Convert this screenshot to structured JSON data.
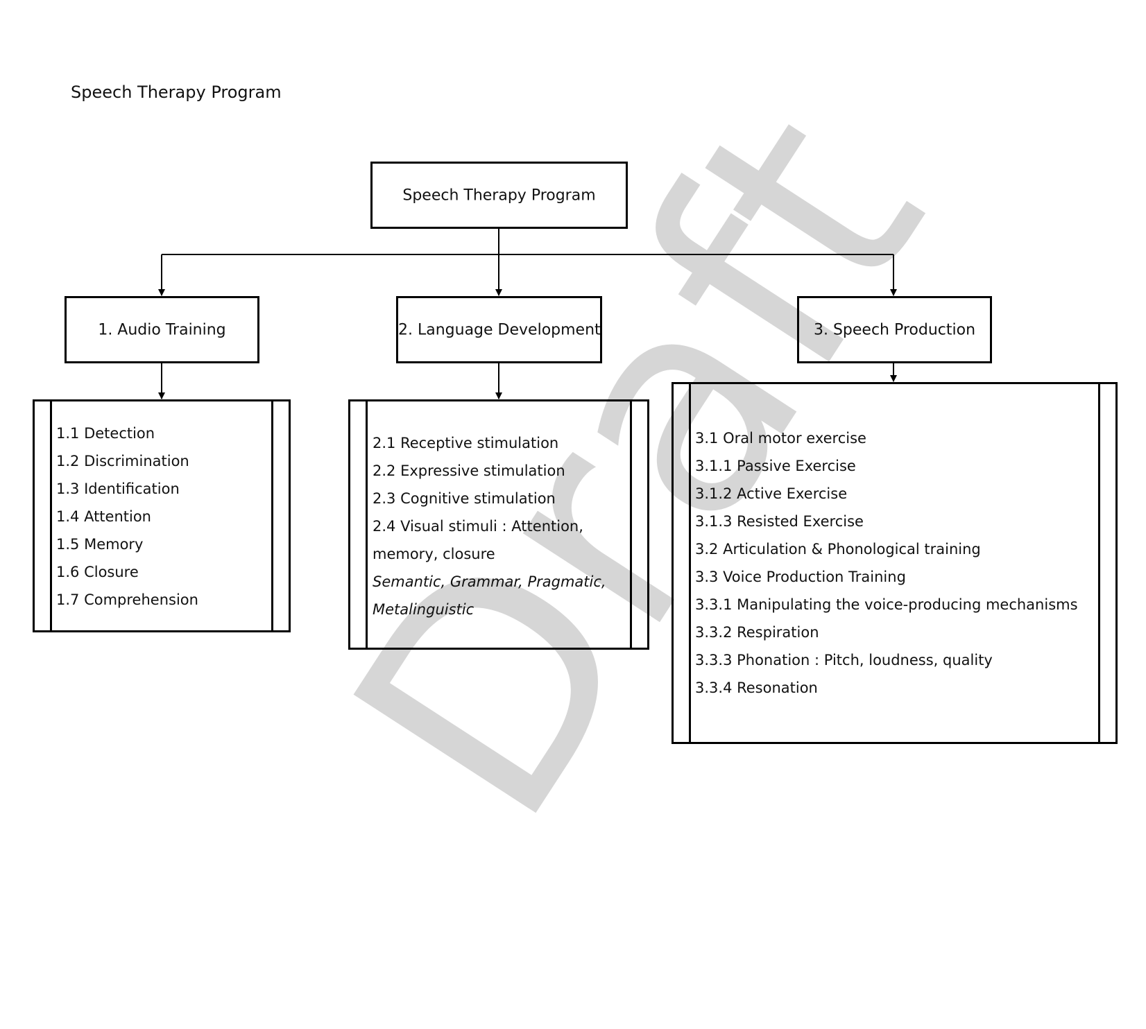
{
  "page": {
    "heading": "Speech Therapy Program",
    "watermark": "Draft"
  },
  "diagram": {
    "root": {
      "label": "Speech Therapy Program"
    },
    "branches": [
      {
        "label": "1. Audio Training",
        "items": [
          "1.1 Detection",
          "1.2 Discrimination",
          "1.3 Identification",
          "1.4 Attention",
          "1.5 Memory",
          "1.6 Closure",
          "1.7 Comprehension"
        ]
      },
      {
        "label": "2. Language Development",
        "items": [
          "2.1 Receptive stimulation",
          "2.2 Expressive stimulation",
          "2.3 Cognitive stimulation",
          "2.4 Visual stimuli : Attention,",
          "memory, closure",
          "Semantic, Grammar, Pragmatic,",
          "Metalinguistic"
        ]
      },
      {
        "label": "3. Speech Production",
        "items": [
          "3.1 Oral motor exercise",
          "3.1.1 Passive Exercise",
          "3.1.2 Active Exercise",
          "3.1.3 Resisted Exercise",
          "3.2 Articulation & Phonological training",
          "3.3 Voice Production Training",
          "3.3.1 Manipulating the voice-producing mechanisms",
          "3.3.2 Respiration",
          "3.3.3 Phonation : Pitch, loudness, quality",
          "3.3.4 Resonation"
        ]
      }
    ]
  }
}
